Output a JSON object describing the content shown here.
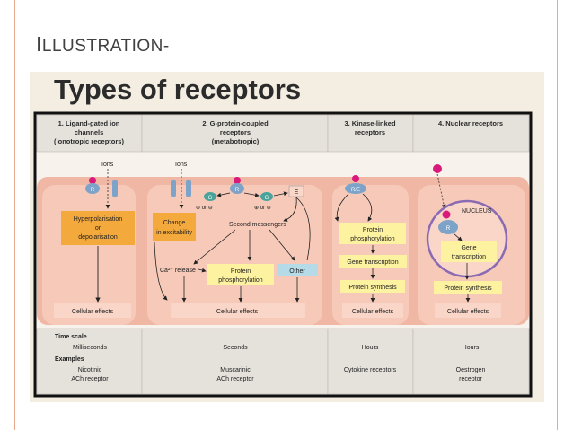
{
  "slide": {
    "title_first": "I",
    "title_rest": "LLUSTRATION-"
  },
  "figure": {
    "title": "Types of receptors",
    "columns": [
      {
        "header_1": "1. Ligand-gated ion",
        "header_2": "channels",
        "header_3": "(ionotropic receptors)"
      },
      {
        "header_1": "2. G-protein-coupled",
        "header_2": "receptors",
        "header_3": "(metabotropic)"
      },
      {
        "header_1": "3. Kinase-linked",
        "header_2": "receptors"
      },
      {
        "header_1": "4. Nuclear receptors"
      }
    ],
    "labels": {
      "ions": "Ions",
      "r": "R",
      "g": "G",
      "e": "E",
      "re": "R/E",
      "plus_or_minus": "⊕ or ⊖",
      "nucleus": "NUCLEUS",
      "hyper_1": "Hyperpolarisation",
      "hyper_2": "or",
      "hyper_3": "depolarisation",
      "change_1": "Change",
      "change_2": "in excitability",
      "second_messengers": "Second messengers",
      "ca_release": "Ca²⁺ release",
      "protein_phos_1": "Protein",
      "protein_phos_2": "phosphorylation",
      "other": "Other",
      "gene_transcription": "Gene transcription",
      "gene_1": "Gene",
      "gene_2": "transcription",
      "protein_synthesis": "Protein synthesis",
      "cellular_effects": "Cellular effects"
    },
    "bottom": {
      "time_scale_label": "Time scale",
      "examples_label": "Examples",
      "col1_time": "Milliseconds",
      "col1_ex_1": "Nicotinic",
      "col1_ex_2": "ACh receptor",
      "col2_time": "Seconds",
      "col2_ex_1": "Muscarinic",
      "col2_ex_2": "ACh receptor",
      "col3_time": "Hours",
      "col3_ex_1": "Cytokine receptors",
      "col4_time": "Hours",
      "col4_ex_1": "Oestrogen",
      "col4_ex_2": "receptor"
    }
  },
  "colors": {
    "frame": "#e9a98f",
    "cell": "#f6c9b8",
    "cell_inner": "#f9d6c8",
    "header_bg": "#e5e2dc",
    "orange_box": "#f4a93d",
    "yellow_box": "#fdf2a0",
    "blue_box": "#b5dbe9",
    "membrane": "#efb7a4",
    "receptor": "#7da4c8",
    "g_protein": "#4aa39a",
    "ligand": "#d91a7a",
    "nucleus": "#8a6bb3",
    "arrow": "#222222"
  }
}
